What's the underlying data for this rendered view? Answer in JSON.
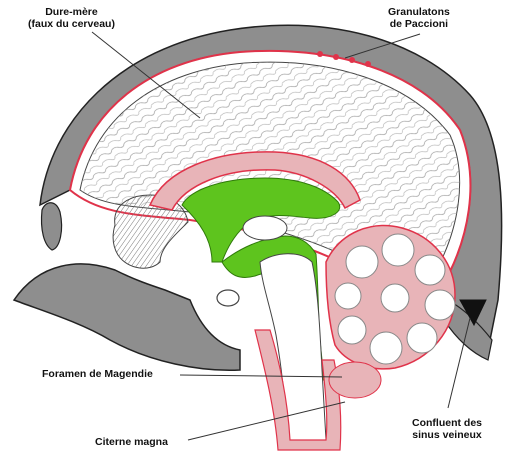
{
  "labels": {
    "dura_line1": "Dure-mère",
    "dura_line2": "(faux du cerveau)",
    "granulations_line1": "Granulatons",
    "granulations_line2": "de Paccioni",
    "magendie": "Foramen de Magendie",
    "citerne": "Citerne magna",
    "confluent_line1": "Confluent des",
    "confluent_line2": "sinus veineux"
  },
  "colors": {
    "skull": "#8e8e8e",
    "skull_outline": "#222222",
    "meninges": "#e0334a",
    "ventricle_fill": "#5ec41e",
    "tissue_pink": "#e8b4b8",
    "brain_white": "#ffffff",
    "sinus": "#111111"
  }
}
